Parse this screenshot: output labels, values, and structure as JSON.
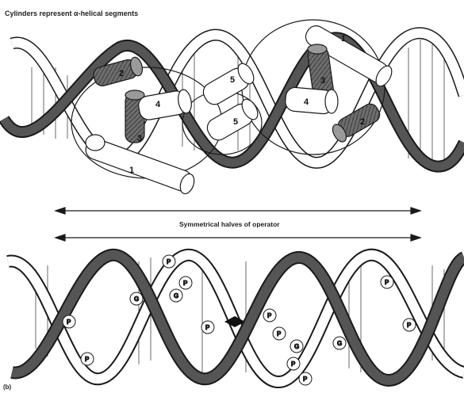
{
  "caption_top": "Cylinders represent α-helical segments",
  "symmetry_label": "Symmetrical halves of operator",
  "panel_label": "(b)",
  "helix_numbers": {
    "left_1": "1",
    "left_2": "2",
    "left_3": "3",
    "left_4": "4",
    "center_5a": "5",
    "center_5b": "5",
    "right_1": "1",
    "right_2": "2",
    "right_3": "3",
    "right_4": "4"
  },
  "contact_letters": {
    "phosphate": "P",
    "guanine": "G"
  },
  "colors": {
    "ink": "#1a1a1a",
    "dark_strand": "#555555",
    "shaded_helix": "#8a8a8a",
    "paper": "#ffffff"
  }
}
